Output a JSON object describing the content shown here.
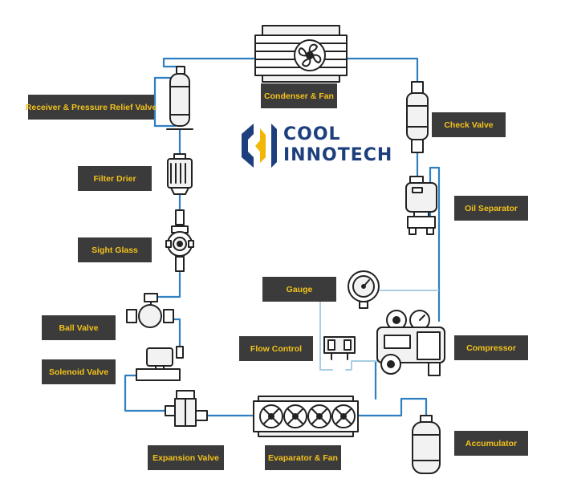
{
  "brand": {
    "line1": "COOL",
    "line2": "INNOTECH",
    "colors": {
      "blue": "#1d3f7d",
      "yellow": "#f2b705"
    }
  },
  "labels": {
    "receiver": "Receiver & Pressure Relief Valve",
    "condenser": "Condenser & Fan",
    "check_valve": "Check Valve",
    "filter_drier": "Filter Drier",
    "oil_separator": "Oil Separator",
    "sight_glass": "Sight Glass",
    "gauge": "Gauge",
    "ball_valve": "Ball Valve",
    "flow_control": "Flow Control",
    "compressor": "Compressor",
    "solenoid_valve": "Solenoid Valve",
    "accumulator": "Accumulator",
    "expansion_valve": "Expansion Valve",
    "evaporator": "Evaparator & Fan"
  },
  "colors": {
    "label_bg": "#3b3b3b",
    "label_text": "#f3c21b",
    "pipe": "#2f7fc1",
    "pipe_light": "#a9cde3",
    "outline": "#222222",
    "part_fill": "#f2f2f2"
  }
}
